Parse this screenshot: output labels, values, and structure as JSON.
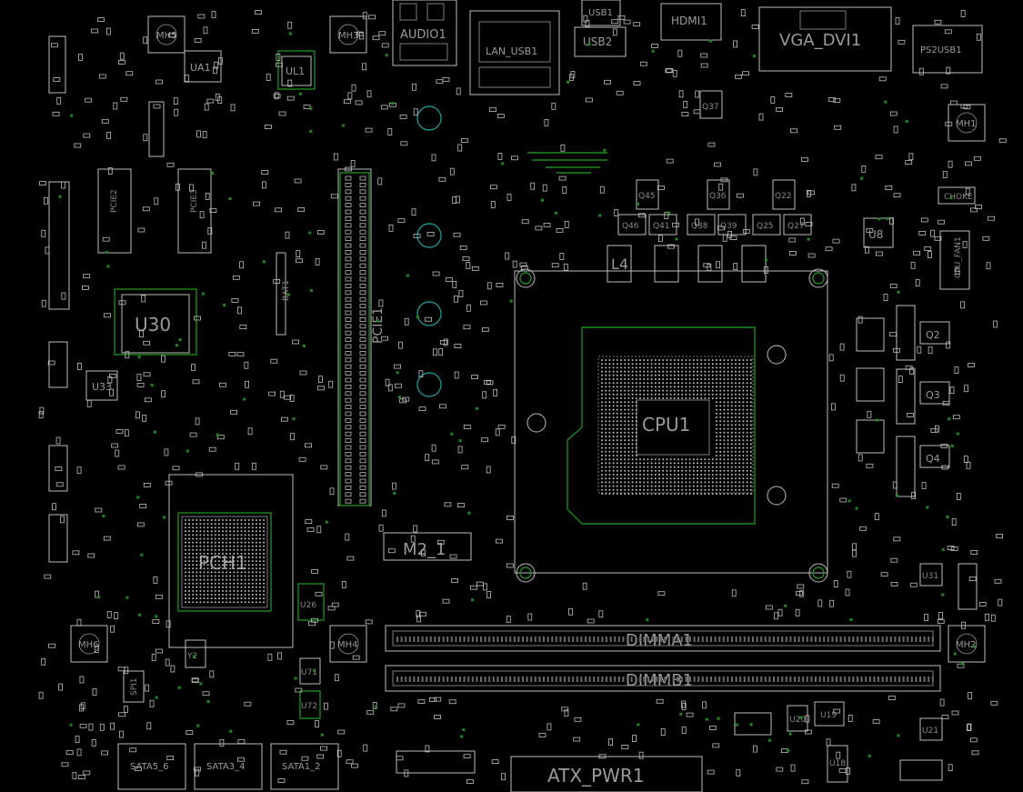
{
  "board": {
    "labels": {
      "audio": "AUDIO1",
      "lan_usb": "LAN_USB1",
      "usb1": "USB1",
      "usb2": "USB2",
      "hdmi": "HDMI1",
      "vga_dvi": "VGA_DVI1",
      "ps2": "PS2USB1",
      "cpu": "CPU1",
      "pch": "PCH1",
      "u30": "U30",
      "u33": "U33",
      "u8": "U8",
      "u26": "U26",
      "ua1": "UA1",
      "ul1": "UL1",
      "m2": "M2_1",
      "dimm_a": "DIMMA1",
      "dimm_b": "DIMMB1",
      "atx": "ATX_PWR1",
      "pcie": "PCIE1",
      "pcie2": "PCIE2",
      "pcie3": "PCIE3",
      "sata56": "SATA5_6",
      "sata34": "SATA3_4",
      "sata12": "SATA1_2",
      "spi": "SPI1",
      "l4": "L4",
      "mh1": "MH1",
      "mh2": "MH2",
      "mh3": "MH3",
      "mh4": "MH4",
      "mh5": "MH5",
      "mh6": "MH6",
      "choke": "CHOKE",
      "cpu_fan": "CPU_FAN1",
      "bat": "BAT1",
      "q2": "Q2",
      "q3": "Q3",
      "q4": "Q4",
      "q25": "Q25",
      "q27": "Q27",
      "q38": "Q38",
      "q39": "Q39",
      "q41": "Q41",
      "q46": "Q46",
      "q45": "Q45",
      "q36": "Q36",
      "q22": "Q22",
      "q37": "Q37",
      "u19": "U19",
      "u20": "U20",
      "u18": "U18",
      "u31": "U31",
      "u21": "U21",
      "u71": "U71",
      "u72": "U72",
      "y2": "Y2"
    },
    "colors": {
      "background": "#000000",
      "silkscreen": "#bdbdbd",
      "copper": "#1a8a1a",
      "mounting_hole": "#1aa3a3"
    }
  }
}
